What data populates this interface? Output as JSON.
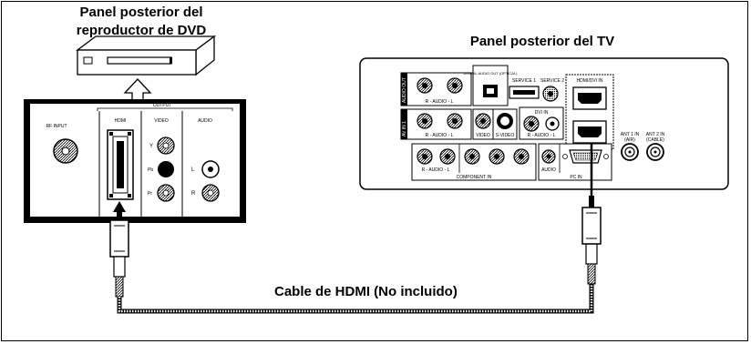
{
  "dvd_panel_title_line1": "Panel posterior del",
  "dvd_panel_title_line2": "reproductor de DVD",
  "tv_panel_title": "Panel posterior del TV",
  "cable_caption": "Cable de HDMI (No incluido)",
  "dvd_panel_labels": {
    "output": "OUTPUT",
    "rf_input": "RF INPUT",
    "hdmi": "HDMI",
    "video": "VIDEO",
    "audio": "AUDIO",
    "y": "Y",
    "pb": "Pb",
    "pr": "Pr",
    "l": "L",
    "r": "R"
  },
  "tv_panel_labels": {
    "digital_audio_out": "DIGITAL AUDIO OUT (OPTICAL)",
    "service1": "SERVICE 1",
    "service2": "SERVICE 2",
    "hdmi_dvi_in": "HDMI/DVI IN",
    "audio_out": "AUDIO OUT",
    "av_in": "AV IN 1",
    "audio_row": "R - AUDIO - L",
    "video": "VIDEO",
    "s_video": "S-VIDEO",
    "dvi_in": "DVI IN",
    "component_in": "COMPONENT IN",
    "audio": "AUDIO",
    "pc_in": "PC IN",
    "ant1_in": "ANT 1 IN",
    "ant2_in": "ANT 2 IN",
    "ant1_sub": "(AIR)",
    "ant2_sub": "(CABLE)"
  }
}
